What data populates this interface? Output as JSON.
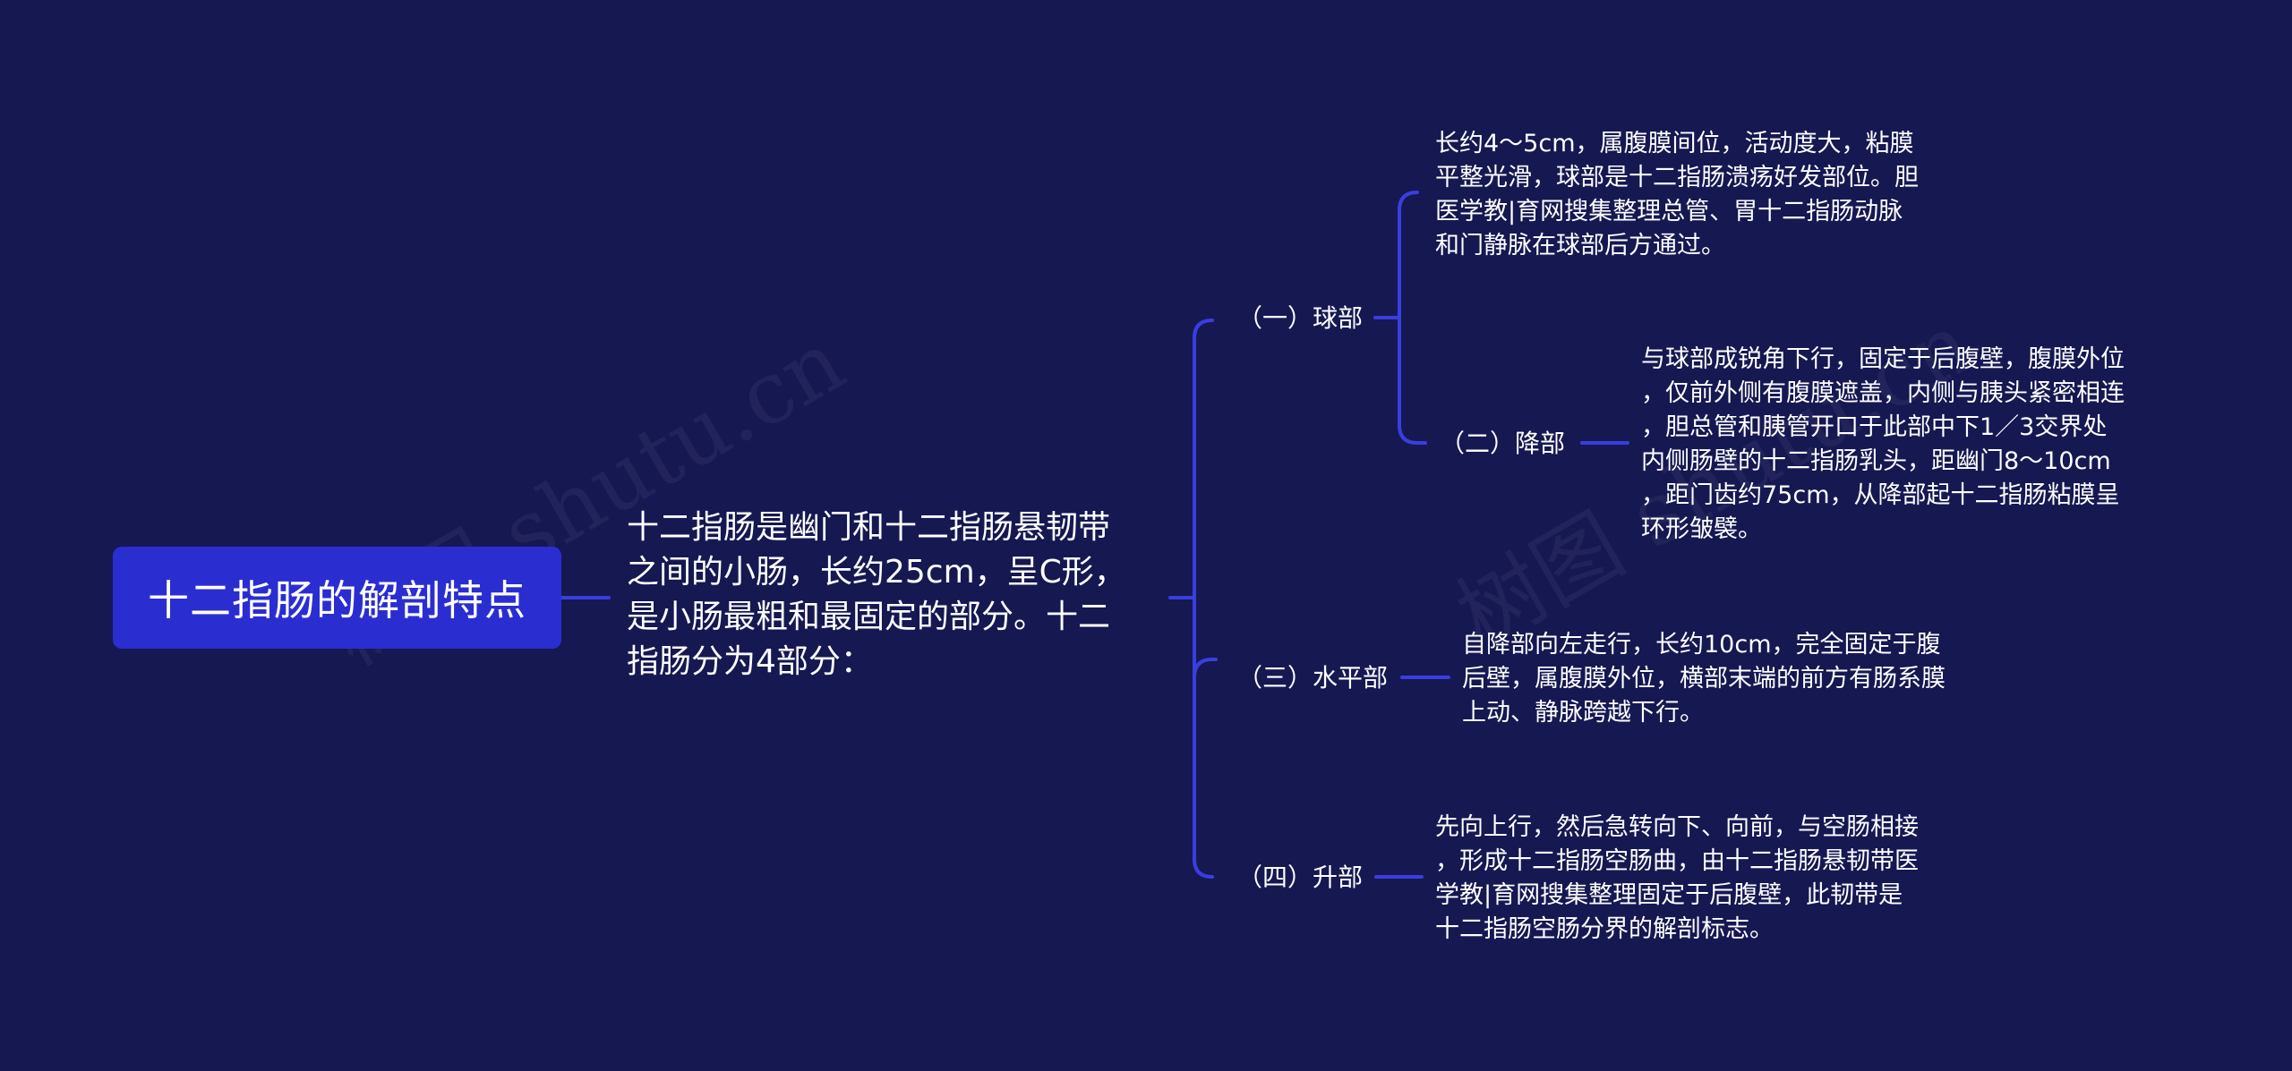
{
  "root": {
    "title": "十二指肠的解剖特点"
  },
  "summary": {
    "lines": [
      "十二指肠是幽门和十二指肠悬韧带",
      "之间的小肠，长约25cm，呈C形，",
      "是小肠最粗和最固定的部分。十二",
      "指肠分为4部分："
    ]
  },
  "branches": [
    {
      "label": "（一）球部",
      "detail": [
        "长约4～5cm，属腹膜间位，活动度大，粘膜",
        "平整光滑，球部是十二指肠溃疡好发部位。胆",
        "医学教|育网搜集整理总管、胃十二指肠动脉",
        "和门静脉在球部后方通过。"
      ]
    },
    {
      "label": "（二）降部",
      "detail": [
        "与球部成锐角下行，固定于后腹壁，腹膜外位",
        "，仅前外侧有腹膜遮盖，内侧与胰头紧密相连",
        "，胆总管和胰管开口于此部中下1／3交界处",
        "内侧肠壁的十二指肠乳头，距幽门8～10cm",
        "，距门齿约75cm，从降部起十二指肠粘膜呈",
        "环形皱襞。"
      ]
    },
    {
      "label": "（三）水平部",
      "detail": [
        "自降部向左走行，长约10cm，完全固定于腹",
        "后壁，属腹膜外位，横部末端的前方有肠系膜",
        "上动、静脉跨越下行。"
      ]
    },
    {
      "label": "（四）升部",
      "detail": [
        "先向上行，然后急转向下、向前，与空肠相接",
        "，形成十二指肠空肠曲，由十二指肠悬韧带医",
        "学教|育网搜集整理固定于后腹壁，此韧带是",
        "十二指肠空肠分界的解剖标志。"
      ]
    }
  ],
  "watermarks": [
    "树图 shutu.cn",
    "树图 shutu.cn"
  ],
  "colors": {
    "background": "#161852",
    "root": "#2a2ed1",
    "line": "#3a3ee0"
  }
}
